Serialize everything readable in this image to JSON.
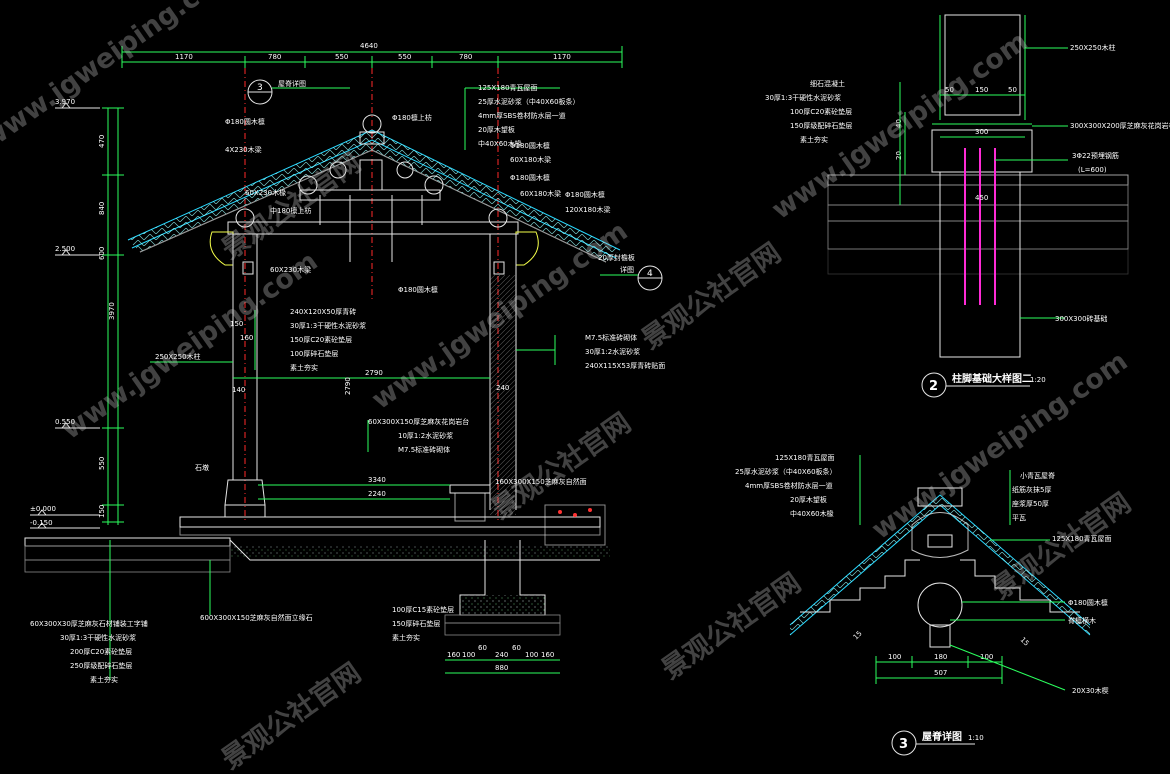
{
  "left_section": {
    "dim_top_total": "4640",
    "dim_top_segments": [
      "1170",
      "780",
      "550",
      "550",
      "780",
      "1170"
    ],
    "elevations": [
      "3.970",
      "2.500",
      "0.550",
      "±0.000",
      "-0.150"
    ],
    "vertical_dims": [
      "470",
      "840",
      "600",
      "3970",
      "550",
      "150"
    ],
    "detail_ref_3": "3",
    "detail_ref_4": "4",
    "label_ridge": "屋脊详图",
    "label_ref4": "详图",
    "roof_callouts": [
      "125X180青瓦屋面",
      "25厚水泥砂浆（中40X60板条）",
      "4mm厚SBS卷材防水层一道",
      "20厚木望板",
      "中40X60木椽"
    ],
    "beam_callouts": [
      "Φ180檩上枋",
      "Φ180圆木檩",
      "4X230木梁",
      "Φ180圆木檩"
    ],
    "misc_labels": [
      "Φ180圆木檩",
      "60X230木椽",
      "60X230木梁",
      "中180檩上枋",
      "60X180木梁",
      "Φ180圆木檩",
      "120X180木梁",
      "20厚封檐板",
      "Φ180圆木檩",
      "60X180木梁"
    ],
    "floor_callouts": [
      "240X120X50厚青砖",
      "30厚1:3干硬性水泥砂浆",
      "150厚C20素砼垫层",
      "100厚碎石垫层",
      "素土夯实"
    ],
    "wall_callouts": [
      "M7.5标准砖砌体",
      "30厚1:2水泥砂浆",
      "240X115X53厚青砖贴面"
    ],
    "bench_callouts": [
      "60X300X150厚芝麻灰花岗岩台",
      "10厚1:2水泥砂浆",
      "M7.5标准砖砌体"
    ],
    "col_label": "250X250木柱",
    "stone_label": "石墩",
    "bottom_callouts": [
      "60X300X30厚芝麻灰石材铺装工字铺",
      "30厚1:3干硬性水泥砂浆",
      "200厚C20素砼垫层",
      "250厚级配碎石垫层",
      "素土夯实"
    ],
    "stair_label": "600X300X150芝麻灰自然面立缘石",
    "footing_callouts": [
      "100厚C15素砼垫层",
      "150厚碎石垫层",
      "素土夯实"
    ],
    "footing_dims": [
      "160",
      "100",
      "60",
      "240",
      "60",
      "100",
      "160"
    ],
    "footing_total": "880",
    "bench_dims": [
      "3340",
      "2240"
    ],
    "mid_dims": [
      "2790",
      "240",
      "2790"
    ],
    "edge_label": "160X300X150芝麻灰自然面",
    "small_dims": [
      "150",
      "160",
      "140"
    ]
  },
  "detail_two": {
    "number": "2",
    "title": "柱脚基础大样图二",
    "scale": "1:20",
    "callouts_left": [
      "细石混凝土",
      "30厚1:3干硬性水泥砂浆",
      "100厚C20素砼垫层",
      "150厚级配碎石垫层",
      "素土夯实"
    ],
    "callout_top_right": "250X250木柱",
    "callout_stone": "300X300X200厚芝麻灰花岗岩柱础",
    "callout_rebar": "3Φ22预埋钢筋",
    "callout_rebar2": "(L=600)",
    "callout_base": "300X300砖基础",
    "dims": [
      "50",
      "150",
      "50",
      "300",
      "40",
      "450",
      "20"
    ]
  },
  "detail_three": {
    "number": "3",
    "title": "屋脊详图",
    "scale": "1:10",
    "callouts_left": [
      "125X180青瓦屋面",
      "25厚水泥砂浆（中40X60板条）",
      "4mm厚SBS卷材防水层一道",
      "20厚木望板",
      "中40X60木椽"
    ],
    "callouts_right": [
      "小青瓦屋脊",
      "纸筋灰抹5厚",
      "座浆厚50厚",
      "平瓦",
      "125X180青瓦屋面",
      "Φ180圆木檩",
      "脊檩横木",
      "20X30木楔"
    ],
    "dims": [
      "100",
      "180",
      "100",
      "507"
    ],
    "slope_dims": [
      "15",
      "15"
    ]
  },
  "watermarks": [
    "www.jgweiping.com",
    "景观公社官网"
  ]
}
